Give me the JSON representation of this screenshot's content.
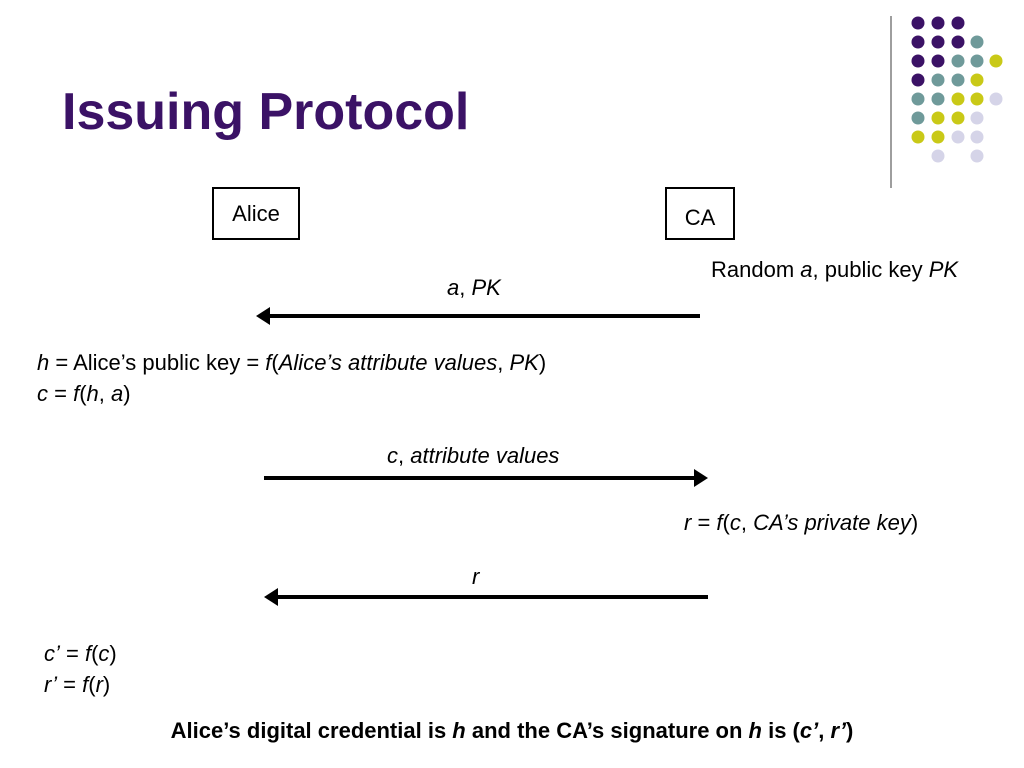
{
  "slide": {
    "title": "Issuing Protocol"
  },
  "parties": {
    "alice": "Alice",
    "ca": "CA"
  },
  "ca_setup": {
    "prefix": "Random ",
    "a": "a",
    "mid": ", public key ",
    "pk": "PK"
  },
  "message1": {
    "a": "a",
    "sep": ", ",
    "pk": "PK"
  },
  "alice_compute": {
    "line1": {
      "h": "h",
      "eq": " = Alice’s public key = ",
      "f": "f",
      "open": "(",
      "attrs": "Alice’s attribute values",
      "sep": ", ",
      "pk": "PK",
      "close": ")"
    },
    "line2": {
      "c": "c",
      "eq": " = ",
      "f": "f",
      "open": "(",
      "h": "h",
      "sep": ", ",
      "a": "a",
      "close": ")"
    }
  },
  "message2": {
    "c": "c",
    "sep": ", ",
    "attrs": "attribute values"
  },
  "ca_compute": {
    "r": "r",
    "eq": " = ",
    "f": "f",
    "open": "(",
    "c": "c",
    "sep": ", ",
    "key": "CA’s private key",
    "close": ")"
  },
  "message3": {
    "r": "r"
  },
  "alice_final": {
    "line1": {
      "c_prime": "c’",
      "eq": " = ",
      "f": "f",
      "open": "(",
      "c": "c",
      "close": ")"
    },
    "line2": {
      "r_prime": "r’",
      "eq": " = ",
      "f": "f",
      "open": "(",
      "r": "r",
      "close": ")"
    }
  },
  "footer": {
    "part1": "Alice’s digital credential is ",
    "h1": "h",
    "part2": " and the CA’s signature on ",
    "h2": "h",
    "part3": " is (",
    "c_prime": "c’",
    "sep": ", ",
    "r_prime": "r’",
    "close": ")"
  },
  "colors": {
    "title": "#3b1266",
    "dot_purple": "#3b1266",
    "dot_teal": "#6f9a9a",
    "dot_yellow": "#c9c917",
    "dot_lavender": "#d5d4e8",
    "divider": "#7f7f7f"
  }
}
